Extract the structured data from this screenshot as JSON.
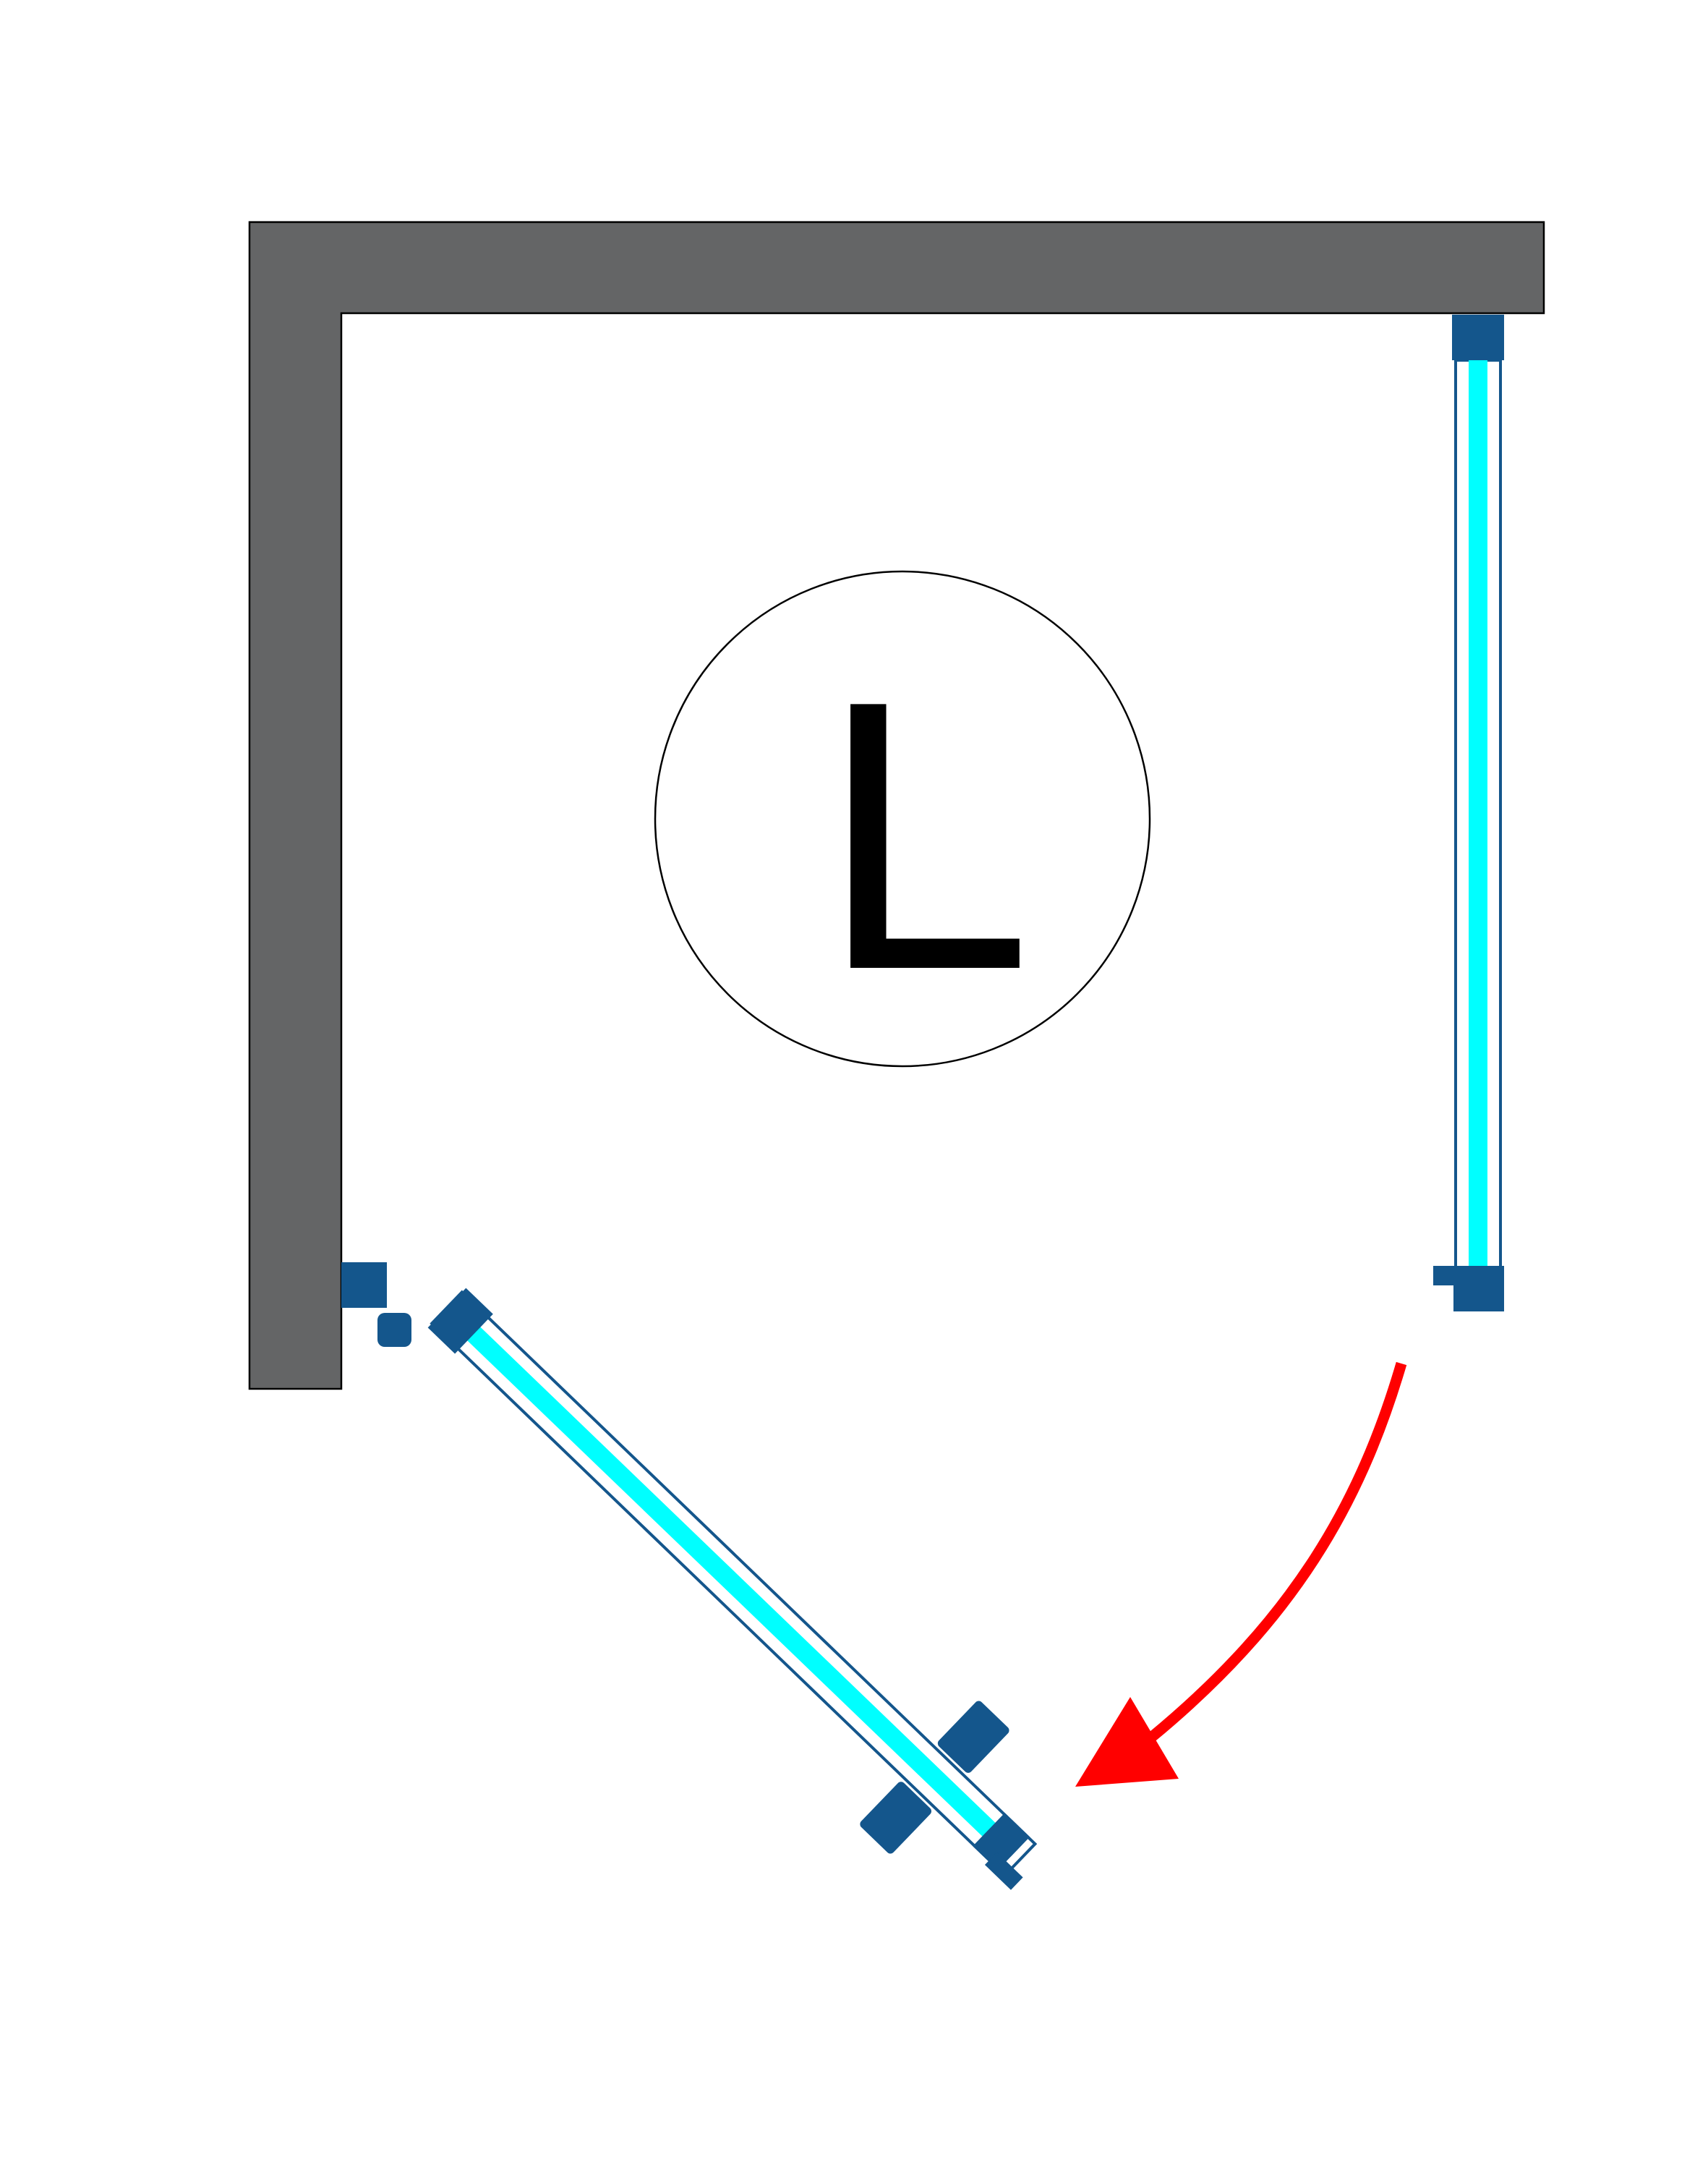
{
  "orientation_label": "L",
  "colors": {
    "wall": "#646566",
    "hardware": "#14568c",
    "glass": "#00ffff",
    "arrow": "#ff0000",
    "outline": "#000000",
    "background": "#ffffff"
  },
  "icons": {
    "wall": "l-shaped-wall",
    "fixed_panel": "fixed-glass-panel",
    "door": "swing-door-panel",
    "direction": "curved-arrow-icon",
    "label_badge": "circle-badge"
  }
}
